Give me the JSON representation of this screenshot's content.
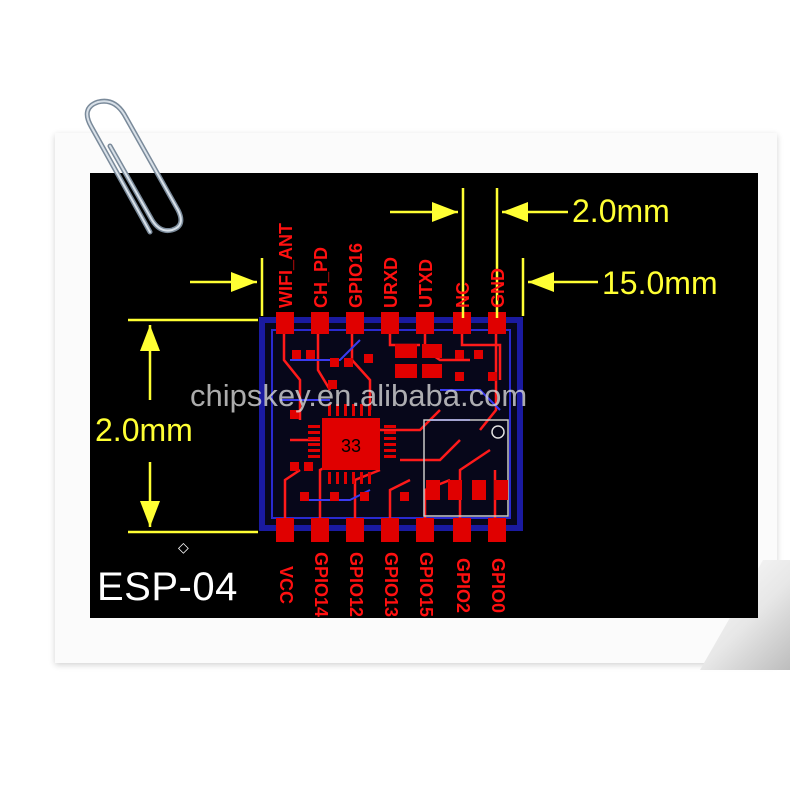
{
  "module": {
    "name": "ESP-04",
    "chip_label": "33"
  },
  "watermark": "chipskey.en.alibaba.com",
  "dimensions": {
    "pin_pitch": "2.0mm",
    "height": "2.0mm",
    "width": "15.0mm"
  },
  "pins_top": [
    "WIFI_ANT",
    "CH_PD",
    "GPIO16",
    "URXD",
    "UTXD",
    "NC",
    "GND"
  ],
  "pins_bottom": [
    "VCC",
    "GPIO14",
    "GPIO12",
    "GPIO13",
    "GPIO15",
    "GPIO2",
    "GPIO0"
  ],
  "colors": {
    "background": "#000000",
    "pcb_outline": "#1a1aa0",
    "copper": "#e00000",
    "dimension_lines": "#ffff33",
    "pin_labels": "#ff1010"
  }
}
